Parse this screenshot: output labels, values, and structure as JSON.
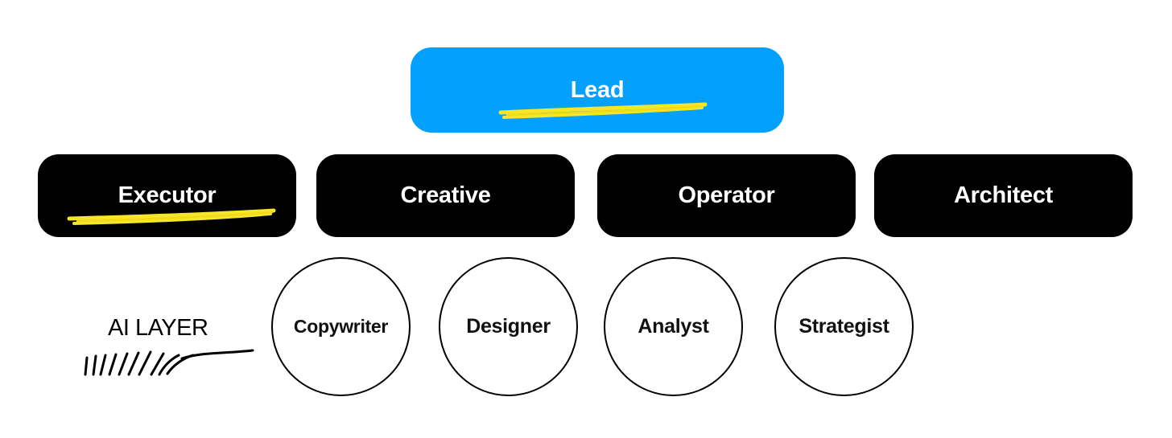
{
  "lead": {
    "label": "Lead"
  },
  "roles": [
    {
      "label": "Executor"
    },
    {
      "label": "Creative"
    },
    {
      "label": "Operator"
    },
    {
      "label": "Architect"
    }
  ],
  "ai_layer": {
    "label": "AI LAYER",
    "agents": [
      {
        "label": "Copywriter"
      },
      {
        "label": "Designer"
      },
      {
        "label": "Analyst"
      },
      {
        "label": "Strategist"
      }
    ]
  },
  "colors": {
    "lead_fill": "#03a0fd",
    "role_fill": "#000000",
    "highlight": "#f5e62a"
  }
}
